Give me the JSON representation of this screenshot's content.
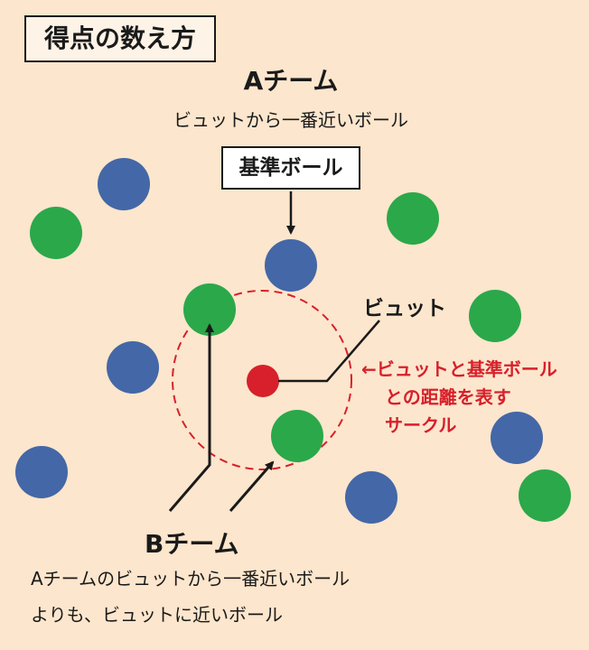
{
  "title": "得点の数え方",
  "team_a": {
    "label": "Aチーム",
    "description": "ビュットから一番近いボール"
  },
  "reference_ball_label": "基準ボール",
  "jack_label": "ビュット",
  "circle_note": [
    "←ビュットと基準ボール",
    "との距離を表す",
    "サークル"
  ],
  "team_b": {
    "label": "Bチーム",
    "description": [
      "Aチームのビュットから一番近いボール",
      "よりも、ビュットに近いボール"
    ]
  },
  "colors": {
    "background": "#fce6cd",
    "team_a_ball": "#4467a7",
    "team_b_ball": "#2ba84a",
    "jack": "#d7202b",
    "note": "#d7202b"
  }
}
